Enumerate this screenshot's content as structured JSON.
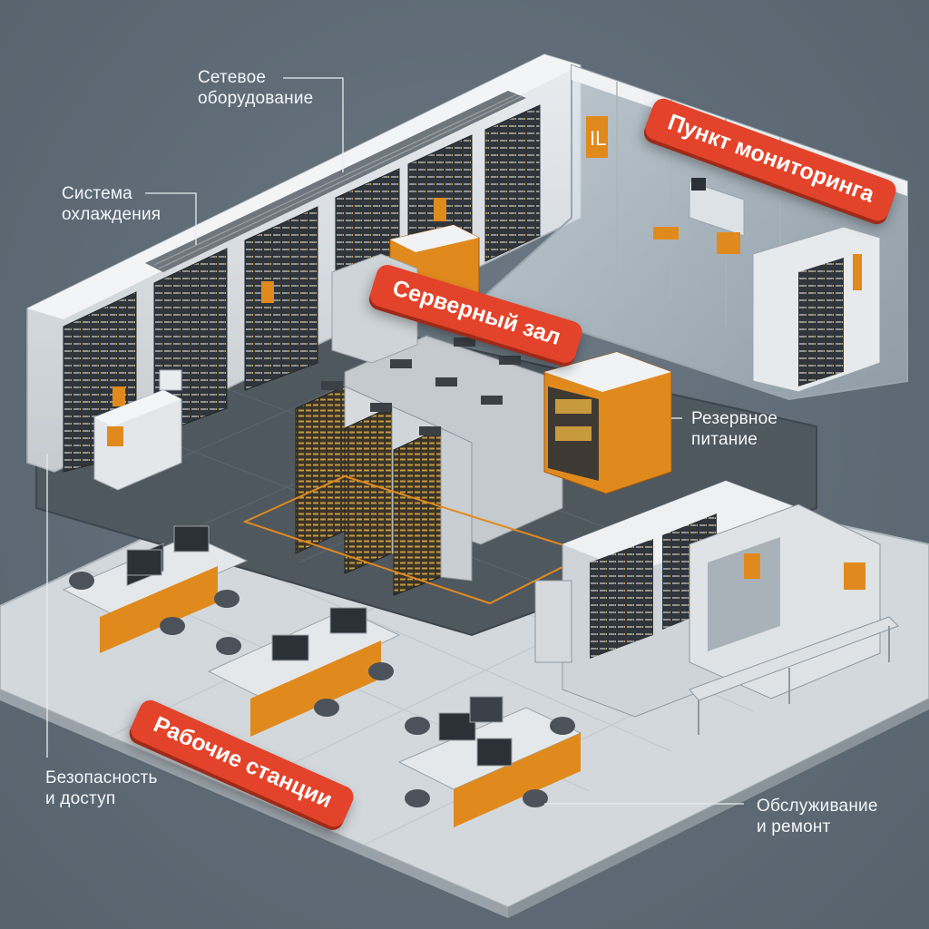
{
  "zones": {
    "monitoring": "Пункт мониторинга",
    "server_room": "Серверный зал",
    "workstations": "Рабочие станции"
  },
  "callouts": {
    "network": [
      "Сетевое",
      "оборудование"
    ],
    "cooling": [
      "Система",
      "охлаждения"
    ],
    "backup_power": [
      "Резервное",
      "питание"
    ],
    "security": [
      "Безопасность",
      "и доступ"
    ],
    "maintenance": [
      "Обслуживание",
      "и ремонт"
    ]
  },
  "colors": {
    "background": "#5f6c77",
    "accent_orange": "#e08a1e",
    "tag_red": "#e3432a",
    "floor": "#d6dade",
    "rack": "#c9ced3"
  }
}
